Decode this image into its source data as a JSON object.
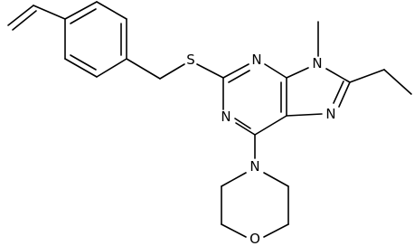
{
  "atoms": {
    "sulfur": "S",
    "n1": "N",
    "n3": "N",
    "n7": "N",
    "n9": "N",
    "n_morpholine": "N",
    "o_morpholine": "O"
  }
}
